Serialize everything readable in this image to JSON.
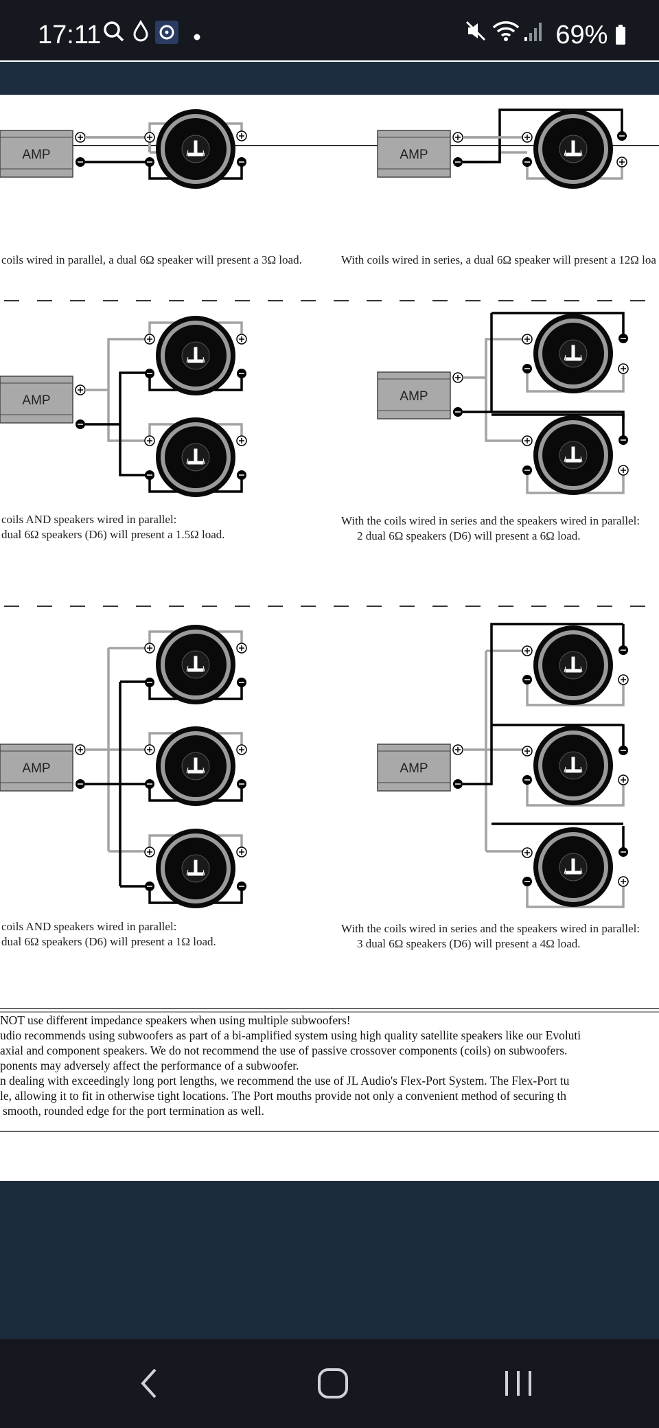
{
  "status": {
    "time": "17:11",
    "battery": "69%"
  },
  "diagram": {
    "amp_label": "AMP",
    "captions": {
      "r1_left": "coils wired in parallel, a dual 6Ω speaker will present a 3Ω load.",
      "r1_right": "With coils wired in series, a dual 6Ω speaker will present a 12Ω loa",
      "r2_left_1": "coils AND speakers wired in parallel:",
      "r2_left_2": "dual 6Ω speakers (D6) will present a 1.5Ω load.",
      "r2_right_1": "With the coils wired in series and the speakers wired in parallel:",
      "r2_right_2": "2 dual 6Ω speakers (D6) will present a 6Ω load.",
      "r3_left_1": "coils AND speakers wired in parallel:",
      "r3_left_2": "dual 6Ω speakers (D6) will present a 1Ω load.",
      "r3_right_1": "With the coils wired in series and the speakers wired in parallel:",
      "r3_right_2": "3 dual 6Ω speakers (D6) will present a 4Ω load."
    }
  },
  "notes": [
    "NOT use different impedance speakers when using multiple subwoofers!",
    "udio recommends using subwoofers as part of a bi-amplified system using high quality satellite speakers like our Evoluti",
    "axial and component speakers.  We do not recommend the use of passive crossover components (coils) on subwoofers.",
    "ponents may adversely affect the performance of a subwoofer.",
    "n dealing with exceedingly long port lengths, we recommend the use of JL Audio's Flex-Port System.  The Flex-Port tu",
    "le, allowing it to fit in otherwise tight locations.  The Port mouths provide not only a convenient method of securing th",
    "smooth, rounded edge for the port termination as well."
  ]
}
